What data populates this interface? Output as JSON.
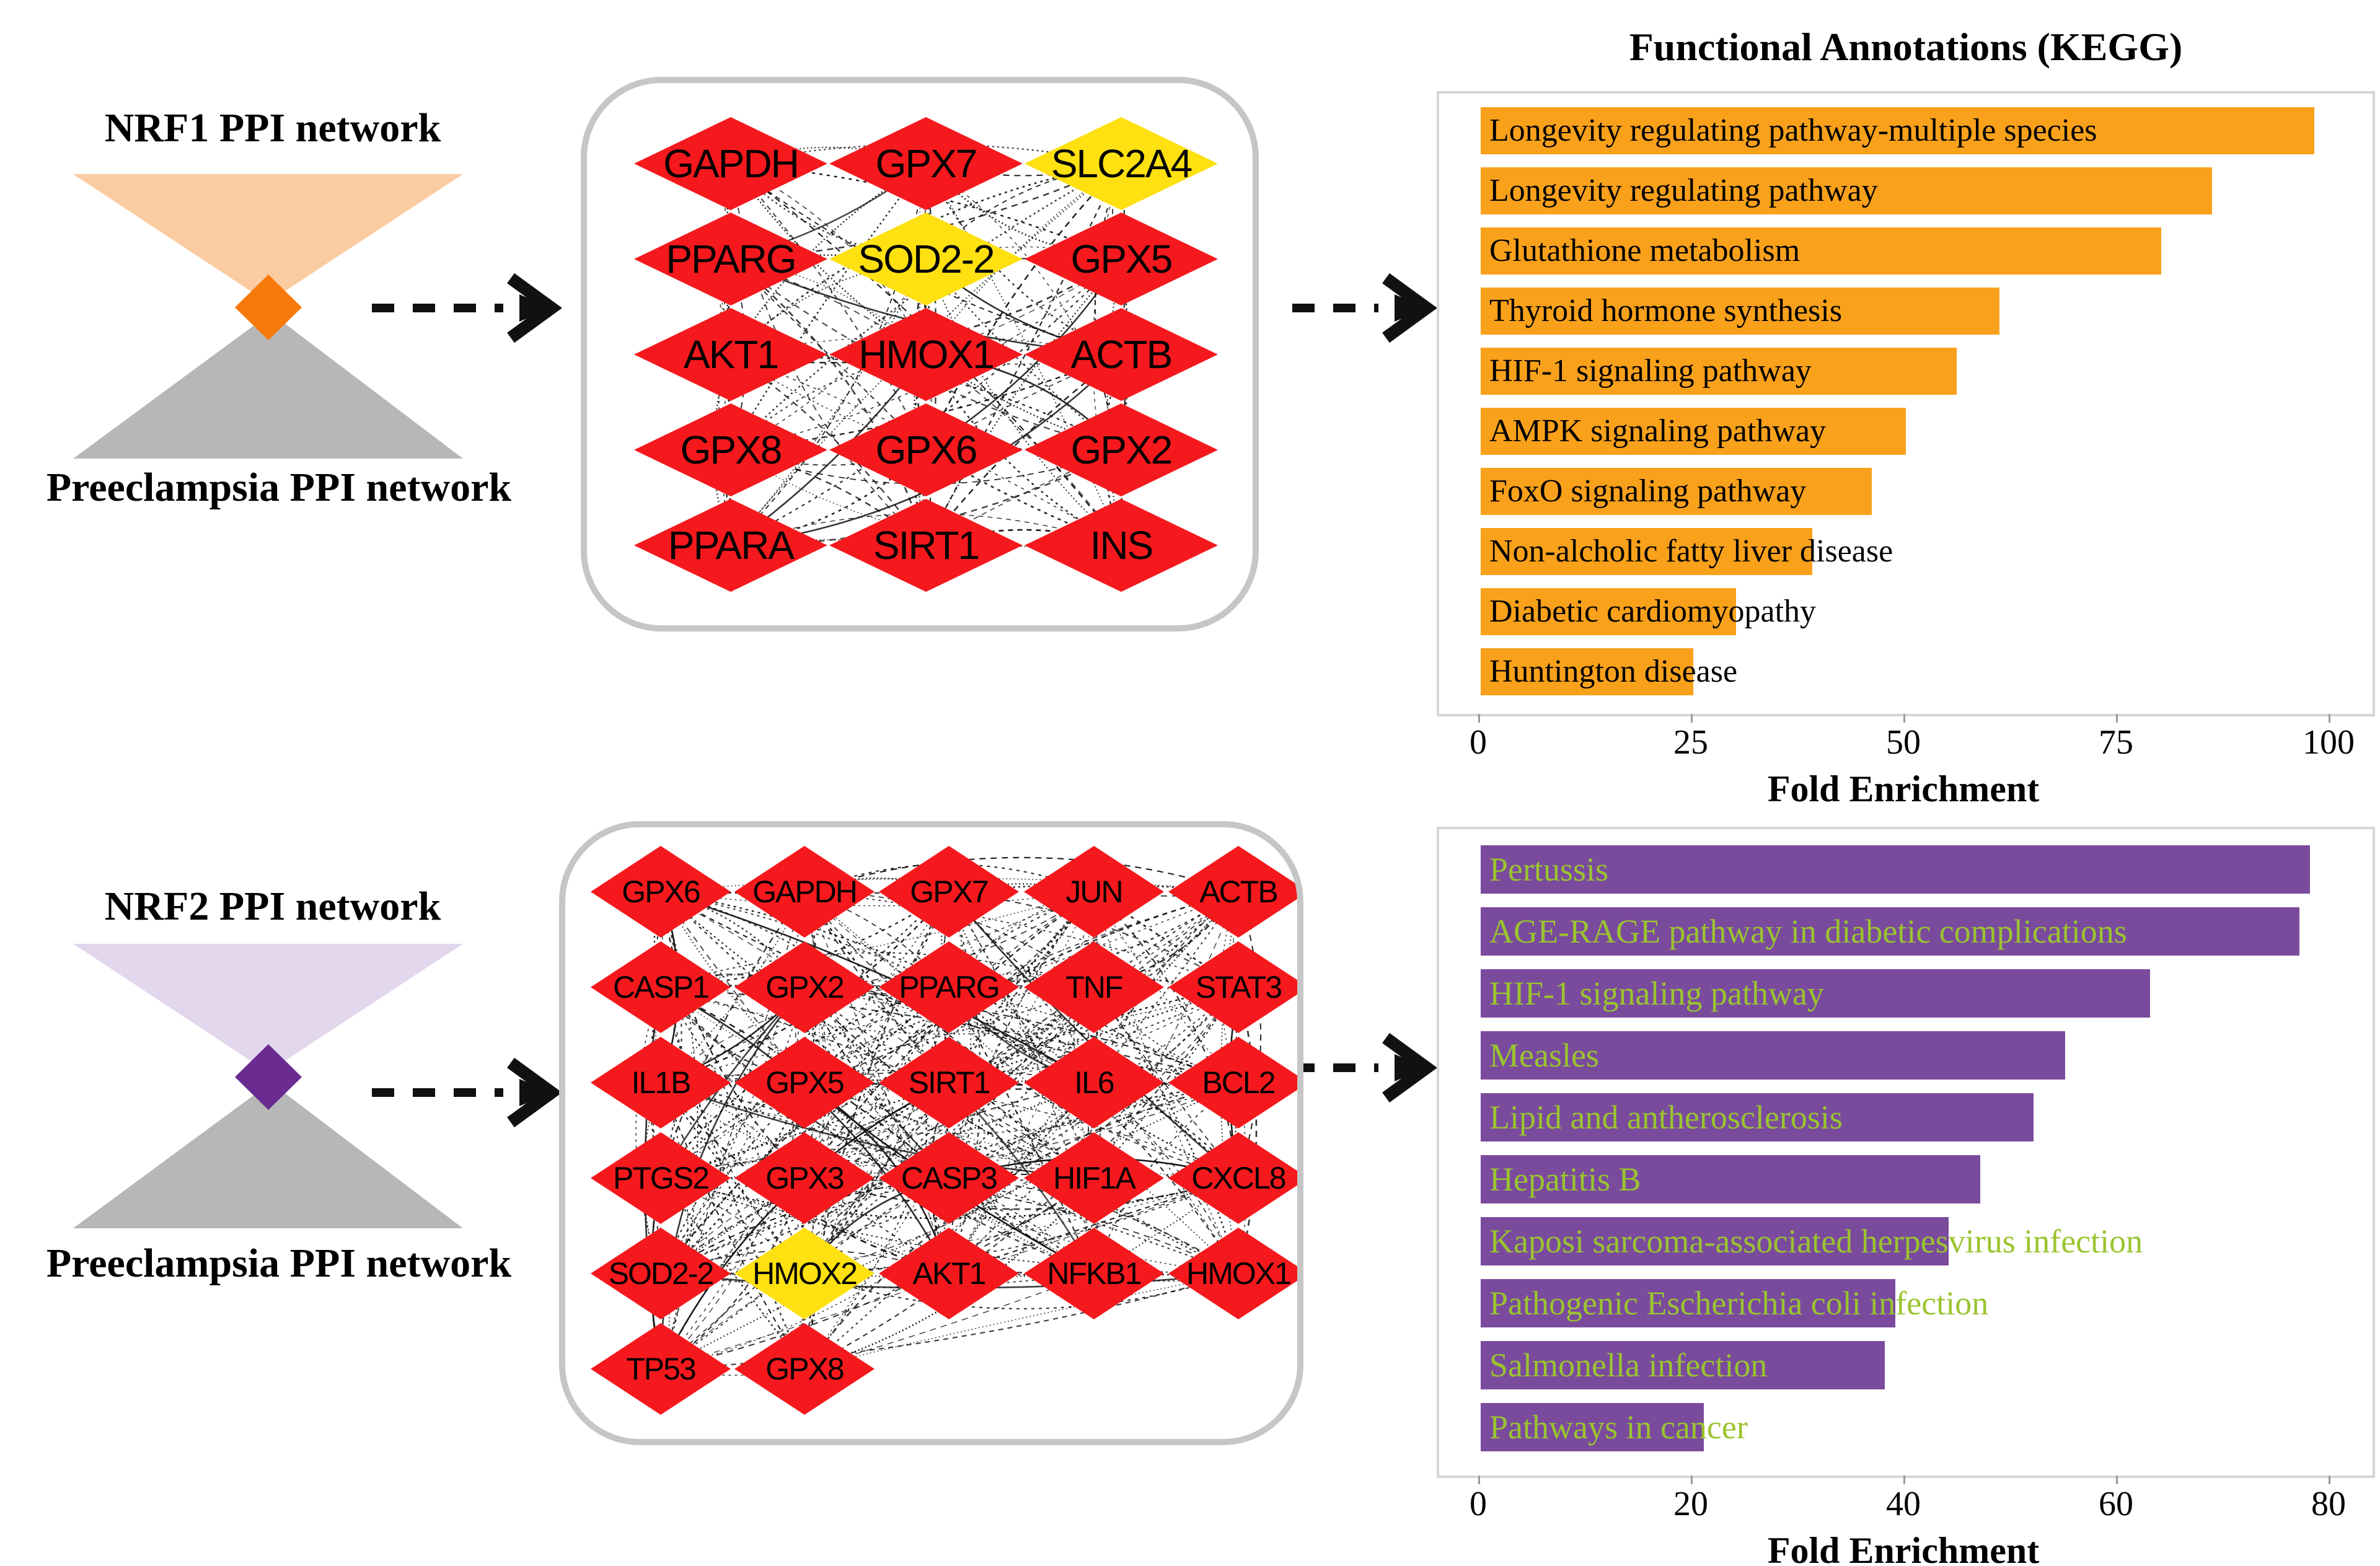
{
  "palette": {
    "nrf1_triangle": "#FBCBA1",
    "nrf1_overlap_diamond": "#F8790B",
    "nrf2_triangle": "#E3D7ED",
    "nrf2_overlap_diamond": "#6A2C91",
    "preeclampsia_triangle": "#B7B7B7",
    "network_box_border": "#C6C6C6",
    "chart_frame": "#D6D6D6",
    "node_red": "#F5191D",
    "node_yellow": "#FFE011",
    "edge_color": "#141414",
    "arrow_color": "#111111",
    "text_color": "#000000"
  },
  "hourglass_top": {
    "title": "NRF1 PPI network",
    "bottom_label": "Preeclampsia PPI network"
  },
  "hourglass_bottom": {
    "title": "NRF2 PPI network",
    "bottom_label": "Preeclampsia PPI network"
  },
  "network_top": {
    "highlights": [
      "SLC2A4",
      "SOD2-2"
    ],
    "rows": [
      [
        "GAPDH",
        "GPX7",
        "SLC2A4"
      ],
      [
        "PPARG",
        "SOD2-2",
        "GPX5"
      ],
      [
        "AKT1",
        "HMOX1",
        "ACTB"
      ],
      [
        "GPX8",
        "GPX6",
        "GPX2"
      ],
      [
        "PPARA",
        "SIRT1",
        "INS"
      ]
    ]
  },
  "network_bottom": {
    "highlights": [
      "HMOX2"
    ],
    "rows": [
      [
        "GPX6",
        "GAPDH",
        "GPX7",
        "JUN",
        "ACTB"
      ],
      [
        "CASP1",
        "GPX2",
        "PPARG",
        "TNF",
        "STAT3"
      ],
      [
        "IL1B",
        "GPX5",
        "SIRT1",
        "IL6",
        "BCL2"
      ],
      [
        "PTGS2",
        "GPX3",
        "CASP3",
        "HIF1A",
        "CXCL8"
      ],
      [
        "SOD2-2",
        "HMOX2",
        "AKT1",
        "NFKB1",
        "HMOX1"
      ],
      [
        "TP53",
        "GPX8"
      ]
    ]
  },
  "chart_data": [
    {
      "type": "bar",
      "orientation": "horizontal",
      "title": "Functional Annotations (KEGG)",
      "categories": [
        "Longevity regulating pathway-multiple species",
        "Longevity regulating pathway",
        "Glutathione metabolism",
        "Thyroid hormone synthesis",
        "HIF-1 signaling pathway",
        "AMPK signaling pathway",
        "FoxO signaling pathway",
        "Non-alcholic fatty liver disease",
        "Diabetic cardiomyopathy",
        "Huntington disease"
      ],
      "values": [
        98,
        86,
        80,
        61,
        56,
        50,
        46,
        39,
        30,
        25
      ],
      "xlabel": "Fold Enrichment",
      "xlim": [
        0,
        100
      ],
      "xticks": [
        0,
        25,
        50,
        75,
        100
      ],
      "bar_color": "#F9A11B",
      "label_color": "#000000",
      "grid": false,
      "legend": false
    },
    {
      "type": "bar",
      "orientation": "horizontal",
      "title": "",
      "categories": [
        "Pertussis",
        "AGE-RAGE pathway in diabetic complications",
        "HIF-1 signaling pathway",
        "Measles",
        "Lipid and antherosclerosis",
        "Hepatitis B",
        "Kaposi sarcoma-associated herpesvirus infection",
        "Pathogenic Escherichia coli infection",
        "Salmonella infection",
        "Pathways in cancer"
      ],
      "values": [
        78,
        77,
        63,
        55,
        52,
        47,
        44,
        39,
        38,
        21
      ],
      "xlabel": "Fold Enrichment",
      "xlim": [
        0,
        80
      ],
      "xticks": [
        0,
        20,
        40,
        60,
        80
      ],
      "bar_color": "#7A4B9D",
      "label_color": "#9AC42F",
      "grid": false,
      "legend": false
    }
  ]
}
